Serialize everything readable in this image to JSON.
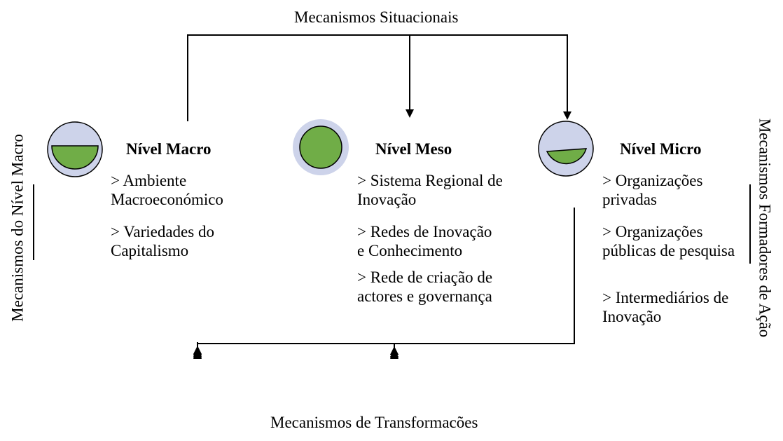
{
  "diagram": {
    "top_label": "Mecanismos Situacionais",
    "bottom_label": "Mecanismos de Transformacões",
    "left_label": "Mecanismos do Nível Macro",
    "right_label": "Mecanismos Formadores de Ação",
    "levels": {
      "macro": {
        "title": "Nível Macro",
        "items": [
          "> Ambiente Macroeconómico",
          "> Variedades do Capitalismo"
        ],
        "fill_level": 0.5
      },
      "meso": {
        "title": "Nível Meso",
        "items": [
          "> Sistema Regional de Inovação",
          "> Redes de Inovação e Conhecimento",
          "> Rede de criação de actores e governança"
        ],
        "fill_level": 1.0
      },
      "micro": {
        "title": "Nível Micro",
        "items": [
          "> Organizações privadas",
          "> Organizações públicas de pesquisa",
          "> Intermediários de Inovação"
        ],
        "fill_level": 0.25
      }
    },
    "colors": {
      "circle_bg": "#cdd3ea",
      "fill_green": "#70ad47",
      "line": "#000000"
    }
  }
}
